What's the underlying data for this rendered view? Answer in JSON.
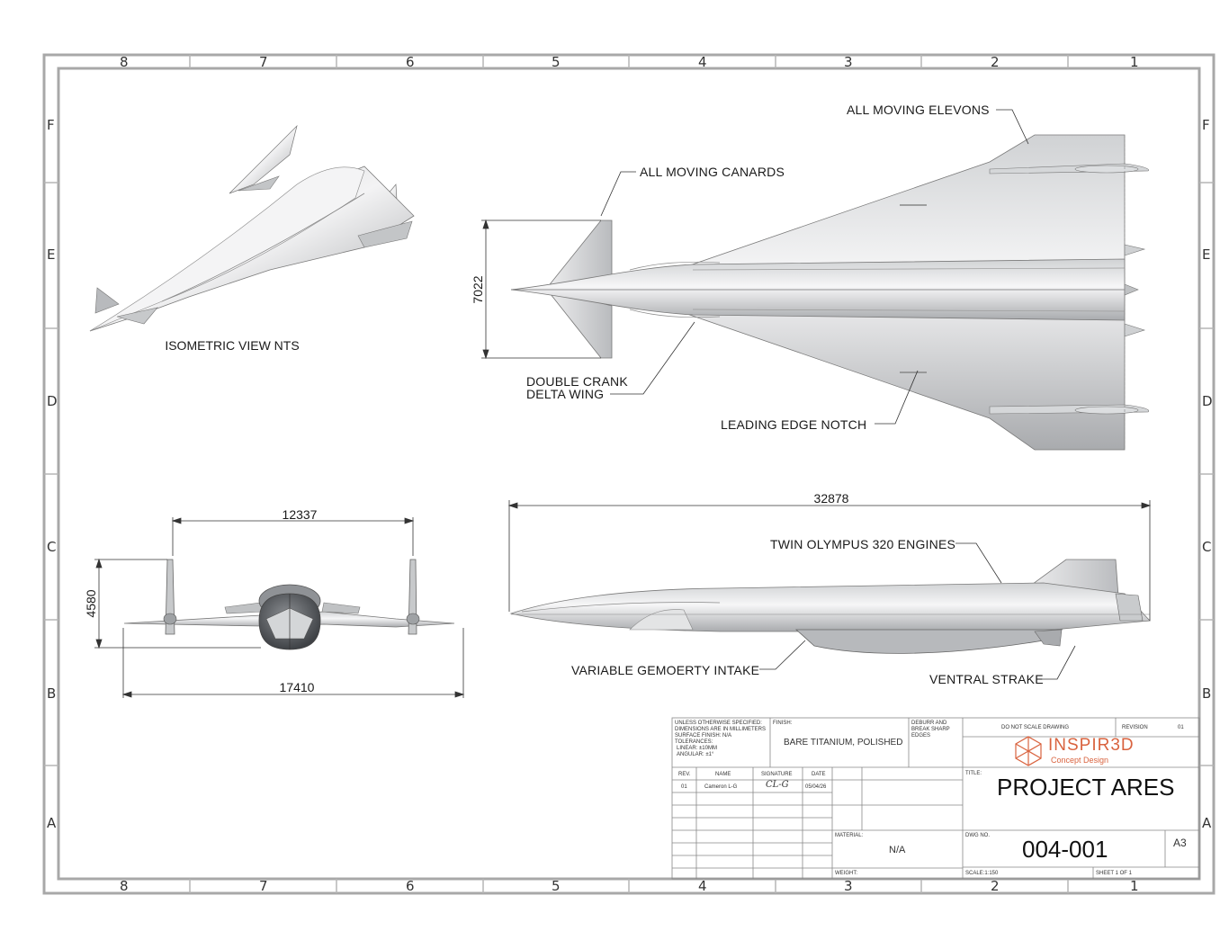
{
  "zones": {
    "columns": [
      "8",
      "7",
      "6",
      "5",
      "4",
      "3",
      "2",
      "1"
    ],
    "rows": [
      "F",
      "E",
      "D",
      "C",
      "B",
      "A"
    ]
  },
  "views": {
    "isometric_label": "ISOMETRIC VIEW NTS"
  },
  "callouts": {
    "elevons": "ALL MOVING ELEVONS",
    "canards": "ALL MOVING CANARDS",
    "wing_line1": "DOUBLE CRANK",
    "wing_line2": "DELTA WING",
    "notch": "LEADING EDGE NOTCH",
    "engines": "TWIN OLYMPUS 320 ENGINES",
    "intake": "VARIABLE GEMOERTY INTAKE",
    "strake": "VENTRAL STRAKE"
  },
  "dimensions": {
    "plan_width": "7022",
    "length": "32878",
    "fin_span": "12337",
    "height": "4580",
    "wing_span": "17410"
  },
  "title_block": {
    "tolerance_lines": [
      "UNLESS OTHERWISE SPECIFIED:",
      "DIMENSIONS ARE IN MILLIMETERS",
      "SURFACE FINISH: N/A",
      "TOLERANCES:",
      "  LINEAR: ±10MM",
      "  ANGULAR: ±1°"
    ],
    "finish_label": "FINISH:",
    "finish_value": "BARE TITANIUM, POLISHED",
    "deburr_lines": [
      "DEBURR AND",
      "BREAK SHARP",
      "EDGES"
    ],
    "no_scale": "DO NOT SCALE DRAWING",
    "revision_label": "REVISION",
    "revision_value": "01",
    "logo_name": "INSPIR3D",
    "logo_tagline": "Concept Design",
    "headers": {
      "rev": "REV.",
      "name": "NAME",
      "signature": "SIGNATURE",
      "date": "DATE"
    },
    "row": {
      "rev": "01",
      "name": "Cameron L-G",
      "signature": "CL-G",
      "date": "05/04/26"
    },
    "title_label": "TITLE:",
    "title": "PROJECT ARES",
    "material_label": "MATERIAL:",
    "material_value": "N/A",
    "dwg_label": "DWG NO.",
    "dwg_number": "004-001",
    "size": "A3",
    "weight_label": "WEIGHT:",
    "scale": "SCALE:1:150",
    "sheet": "SHEET 1 OF 1"
  }
}
